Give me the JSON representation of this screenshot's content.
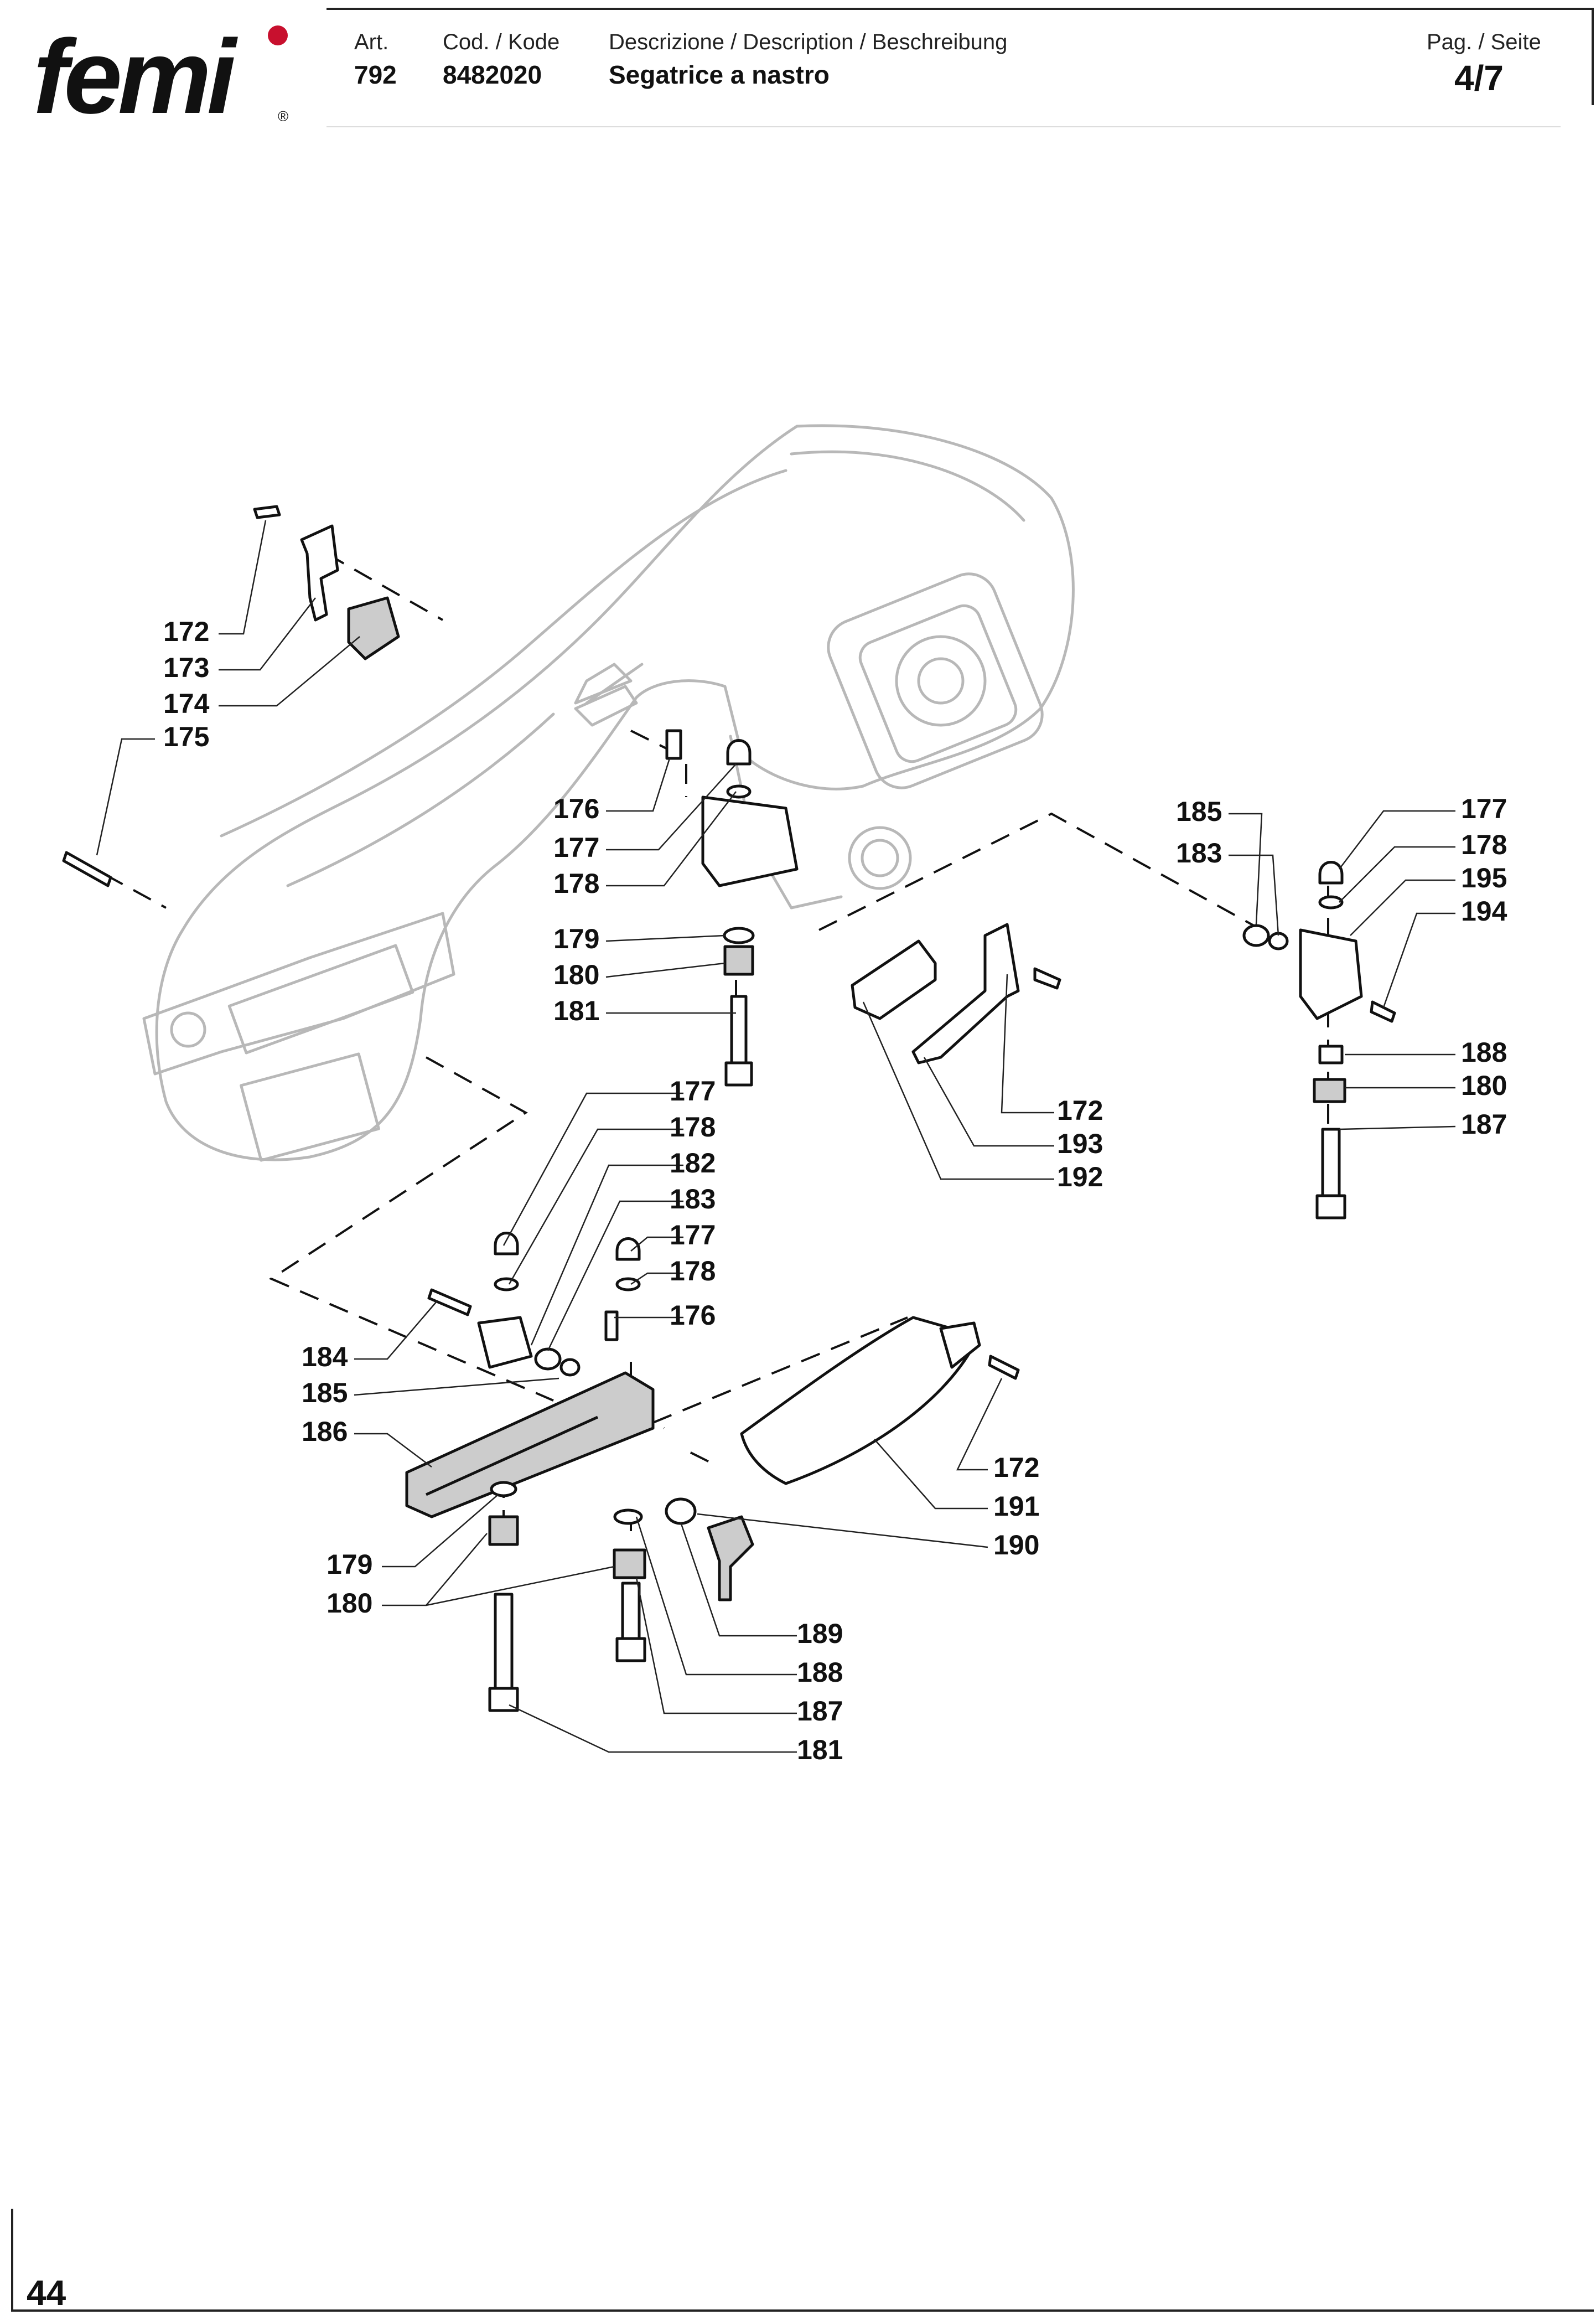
{
  "header": {
    "brand": "femi",
    "art_label": "Art.",
    "art_value": "792",
    "code_label": "Cod. / Kode",
    "code_value": "8482020",
    "desc_label": "Descrizione / Description / Beschreibung",
    "desc_value": "Segatrice a nastro",
    "page_label": "Pag. / Seite",
    "page_value": "4/7"
  },
  "footer": {
    "page_number": "44"
  },
  "callouts": [
    {
      "id": "c1",
      "text": "172"
    },
    {
      "id": "c2",
      "text": "173"
    },
    {
      "id": "c3",
      "text": "174"
    },
    {
      "id": "c4",
      "text": "175"
    },
    {
      "id": "c5",
      "text": "176"
    },
    {
      "id": "c6",
      "text": "177"
    },
    {
      "id": "c7",
      "text": "178"
    },
    {
      "id": "c8",
      "text": "179"
    },
    {
      "id": "c9",
      "text": "180"
    },
    {
      "id": "c10",
      "text": "181"
    },
    {
      "id": "c11",
      "text": "185"
    },
    {
      "id": "c12",
      "text": "183"
    },
    {
      "id": "c13",
      "text": "177"
    },
    {
      "id": "c14",
      "text": "178"
    },
    {
      "id": "c15",
      "text": "195"
    },
    {
      "id": "c16",
      "text": "194"
    },
    {
      "id": "c17",
      "text": "188"
    },
    {
      "id": "c18",
      "text": "180"
    },
    {
      "id": "c19",
      "text": "187"
    },
    {
      "id": "c20",
      "text": "172"
    },
    {
      "id": "c21",
      "text": "193"
    },
    {
      "id": "c22",
      "text": "192"
    },
    {
      "id": "c23",
      "text": "177"
    },
    {
      "id": "c24",
      "text": "178"
    },
    {
      "id": "c25",
      "text": "182"
    },
    {
      "id": "c26",
      "text": "183"
    },
    {
      "id": "c27",
      "text": "177"
    },
    {
      "id": "c28",
      "text": "178"
    },
    {
      "id": "c29",
      "text": "176"
    },
    {
      "id": "c30",
      "text": "184"
    },
    {
      "id": "c31",
      "text": "185"
    },
    {
      "id": "c32",
      "text": "186"
    },
    {
      "id": "c33",
      "text": "172"
    },
    {
      "id": "c34",
      "text": "191"
    },
    {
      "id": "c35",
      "text": "190"
    },
    {
      "id": "c36",
      "text": "179"
    },
    {
      "id": "c37",
      "text": "180"
    },
    {
      "id": "c38",
      "text": "189"
    },
    {
      "id": "c39",
      "text": "188"
    },
    {
      "id": "c40",
      "text": "187"
    },
    {
      "id": "c41",
      "text": "181"
    }
  ]
}
